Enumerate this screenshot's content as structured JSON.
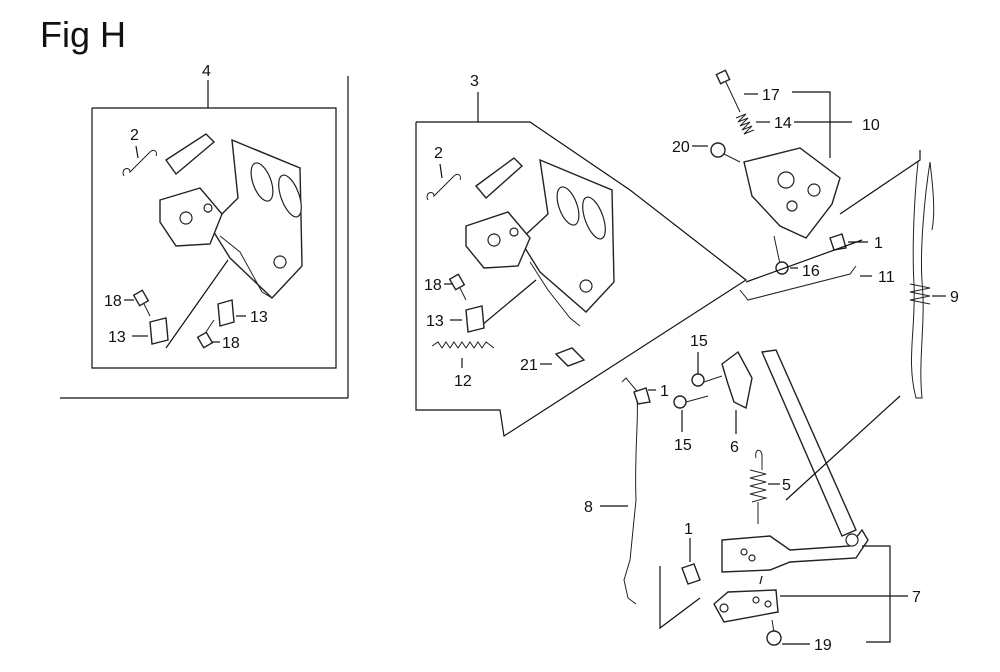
{
  "title": "Fig H",
  "callouts": {
    "c4": "4",
    "c2a": "2",
    "c18a": "18",
    "c13a": "13",
    "c13b": "13",
    "c18b": "18",
    "c3": "3",
    "c2b": "2",
    "c18c": "18",
    "c13c": "13",
    "c12": "12",
    "c21": "21",
    "c17": "17",
    "c14": "14",
    "c10": "10",
    "c20": "20",
    "c1a": "1",
    "c16": "16",
    "c11": "11",
    "c9": "9",
    "c15a": "15",
    "c1b": "1",
    "c15b": "15",
    "c6": "6",
    "c5": "5",
    "c8": "8",
    "c1c": "1",
    "c7": "7",
    "c19": "19"
  }
}
